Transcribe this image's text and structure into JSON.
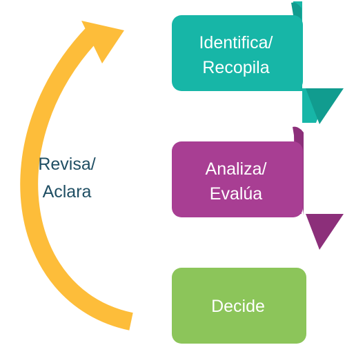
{
  "cycle": {
    "label_line1": "Revisa/",
    "label_line2": "Aclara",
    "arrow_color": "#fdbd3a",
    "label_color": "#1f4e63"
  },
  "steps": [
    {
      "line1": "Identifica/",
      "line2": "Recopila",
      "color": "#17b6a7",
      "arrow_shade": "#119c8f"
    },
    {
      "line1": "Analiza/",
      "line2": "Evalúa",
      "color": "#a83e93",
      "arrow_shade": "#8c2f7a"
    },
    {
      "line1": "Decide",
      "color": "#8cc55a"
    }
  ]
}
